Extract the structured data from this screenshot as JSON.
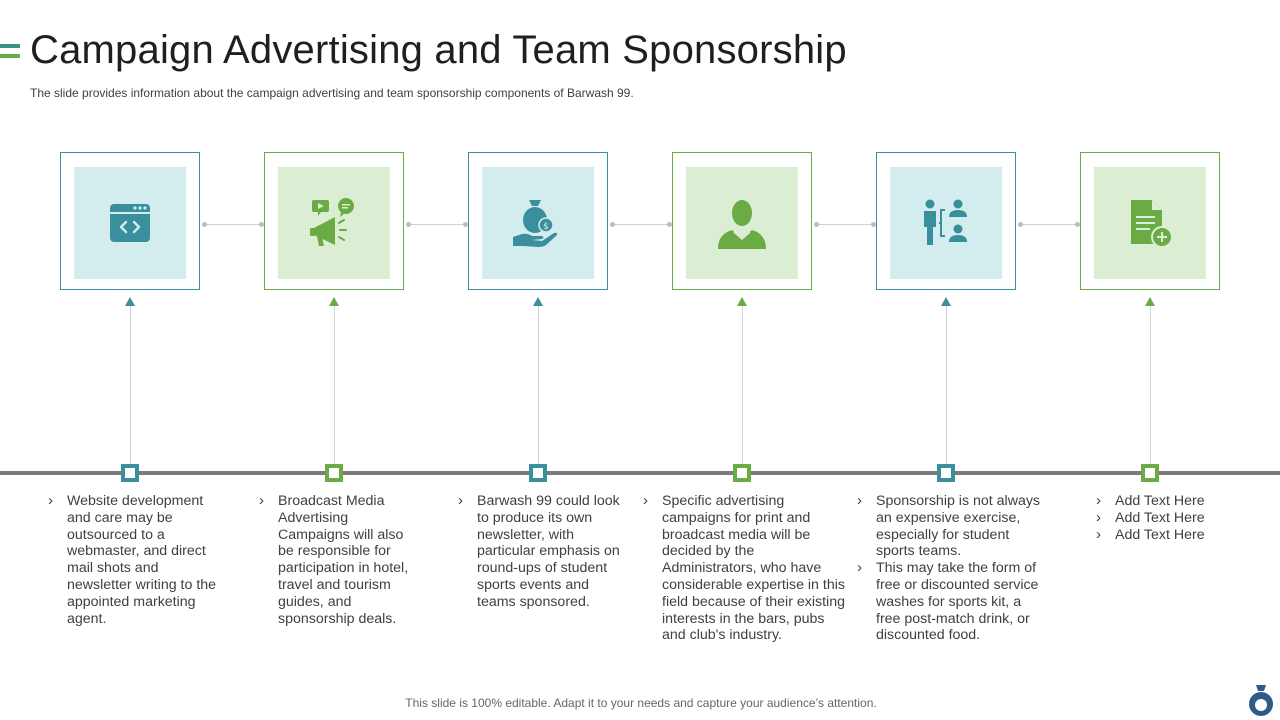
{
  "slide": {
    "title": "Campaign Advertising and Team Sponsorship",
    "subtitle": "The slide provides information about the campaign advertising and team sponsorship components of Barwash 99.",
    "footer": "This slide is 100% editable. Adapt it to your needs and capture your audience’s attention."
  },
  "colors": {
    "teal": "#3a8f9c",
    "green": "#6aab45",
    "teal_fill": "#d3ecee",
    "green_fill": "#dbeed3",
    "timeline": "#7a7a7a",
    "logo": "#2d5b8a"
  },
  "steps": [
    {
      "icon": "code-window-icon",
      "accent": "teal",
      "points": [
        "Website development and care may be outsourced to a webmaster, and direct mail shots and newsletter writing to the appointed marketing agent."
      ]
    },
    {
      "icon": "megaphone-media-icon",
      "accent": "green",
      "points": [
        "Broadcast Media Advertising Campaigns will also be responsible for participation in hotel, travel and tourism guides, and sponsorship deals."
      ]
    },
    {
      "icon": "money-bag-hand-icon",
      "accent": "teal",
      "points": [
        "Barwash 99 could look to produce its own newsletter, with particular emphasis on round-ups of student sports events and teams sponsored."
      ]
    },
    {
      "icon": "person-icon",
      "accent": "green",
      "points": [
        "Specific advertising campaigns for print and broadcast media will be decided by the Administrators, who have considerable expertise in this field because of their existing interests in the bars, pubs and club's industry."
      ]
    },
    {
      "icon": "team-hierarchy-icon",
      "accent": "teal",
      "points": [
        "Sponsorship is not always an expensive exercise, especially for student sports teams.",
        "This may take the form of free or discounted service washes for sports kit, a free post-match drink, or discounted food."
      ]
    },
    {
      "icon": "add-document-icon",
      "accent": "green",
      "points": [
        "Add Text Here",
        "Add Text Here",
        "Add Text Here"
      ]
    }
  ]
}
